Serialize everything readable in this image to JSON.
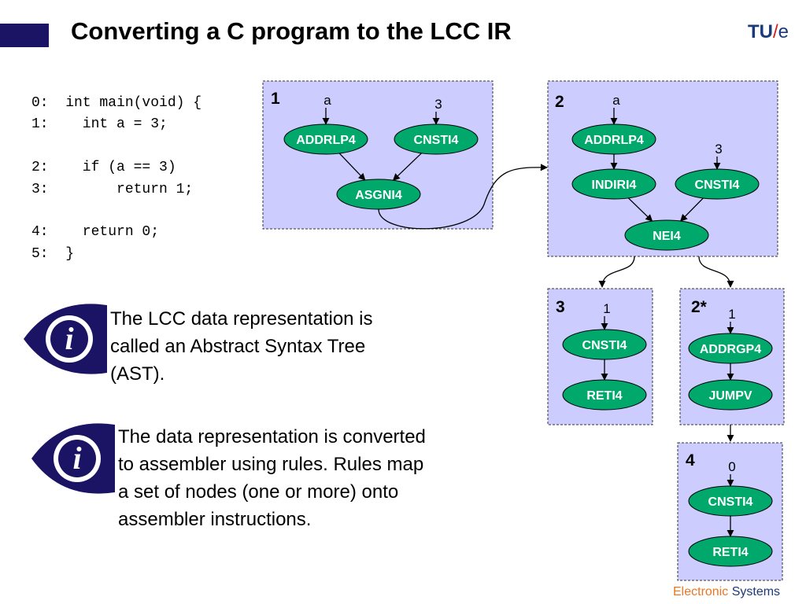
{
  "title": "Converting a C program to the LCC IR",
  "logo": {
    "tu": "TU",
    "slash": "/",
    "e": "e"
  },
  "code": [
    "0:  int main(void) {",
    "1:    int a = 3;",
    "",
    "2:    if (a == 3)",
    "3:        return 1;",
    "",
    "4:    return 0;",
    "5:  }"
  ],
  "info": [
    {
      "icon": "info-eye-icon",
      "lines": [
        "The LCC data representation is",
        "called an Abstract Syntax Tree",
        "(AST)."
      ]
    },
    {
      "icon": "info-eye-icon",
      "lines": [
        "The data representation is converted",
        "to assembler using rules. Rules map",
        "a set of nodes (one or more) onto",
        "assembler instructions."
      ]
    }
  ],
  "diagram": {
    "colors": {
      "box_fill": "#ccccff",
      "node_fill": "#00a86b",
      "node_stroke": "#000000"
    },
    "boxes": [
      {
        "label": "1",
        "nodes": [
          {
            "id": "b1_addr",
            "label": "ADDRLP4"
          },
          {
            "id": "b1_cnst",
            "label": "CNSTI4"
          },
          {
            "id": "b1_asgn",
            "label": "ASGNI4"
          }
        ],
        "leaves": [
          {
            "id": "b1_a",
            "text": "a",
            "to": "b1_addr"
          },
          {
            "id": "b1_3",
            "text": "3",
            "to": "b1_cnst"
          }
        ],
        "edges": [
          [
            "b1_addr",
            "b1_asgn"
          ],
          [
            "b1_cnst",
            "b1_asgn"
          ]
        ]
      },
      {
        "label": "2",
        "nodes": [
          {
            "id": "b2_addr",
            "label": "ADDRLP4"
          },
          {
            "id": "b2_indir",
            "label": "INDIRI4"
          },
          {
            "id": "b2_cnst",
            "label": "CNSTI4"
          },
          {
            "id": "b2_nei",
            "label": "NEI4"
          }
        ],
        "leaves": [
          {
            "id": "b2_a",
            "text": "a",
            "to": "b2_addr"
          },
          {
            "id": "b2_3",
            "text": "3",
            "to": "b2_cnst"
          }
        ],
        "edges": [
          [
            "b2_addr",
            "b2_indir"
          ],
          [
            "b2_indir",
            "b2_nei"
          ],
          [
            "b2_cnst",
            "b2_nei"
          ]
        ]
      },
      {
        "label": "3",
        "nodes": [
          {
            "id": "b3_cnst",
            "label": "CNSTI4"
          },
          {
            "id": "b3_ret",
            "label": "RETI4"
          }
        ],
        "leaves": [
          {
            "id": "b3_1",
            "text": "1",
            "to": "b3_cnst"
          }
        ],
        "edges": [
          [
            "b3_cnst",
            "b3_ret"
          ]
        ]
      },
      {
        "label": "2*",
        "nodes": [
          {
            "id": "b2s_addrg",
            "label": "ADDRGP4"
          },
          {
            "id": "b2s_jump",
            "label": "JUMPV"
          }
        ],
        "leaves": [
          {
            "id": "b2s_1",
            "text": "1",
            "to": "b2s_addrg"
          }
        ],
        "edges": [
          [
            "b2s_addrg",
            "b2s_jump"
          ]
        ]
      },
      {
        "label": "4",
        "nodes": [
          {
            "id": "b4_cnst",
            "label": "CNSTI4"
          },
          {
            "id": "b4_ret",
            "label": "RETI4"
          }
        ],
        "leaves": [
          {
            "id": "b4_0",
            "text": "0",
            "to": "b4_cnst"
          }
        ],
        "edges": [
          [
            "b4_cnst",
            "b4_ret"
          ]
        ]
      }
    ],
    "flow": [
      [
        "1",
        "2"
      ],
      [
        "2",
        "3"
      ],
      [
        "2",
        "2*"
      ],
      [
        "2*",
        "4"
      ]
    ]
  },
  "footer": {
    "word1": "Electronic",
    "word2": "Systems"
  }
}
